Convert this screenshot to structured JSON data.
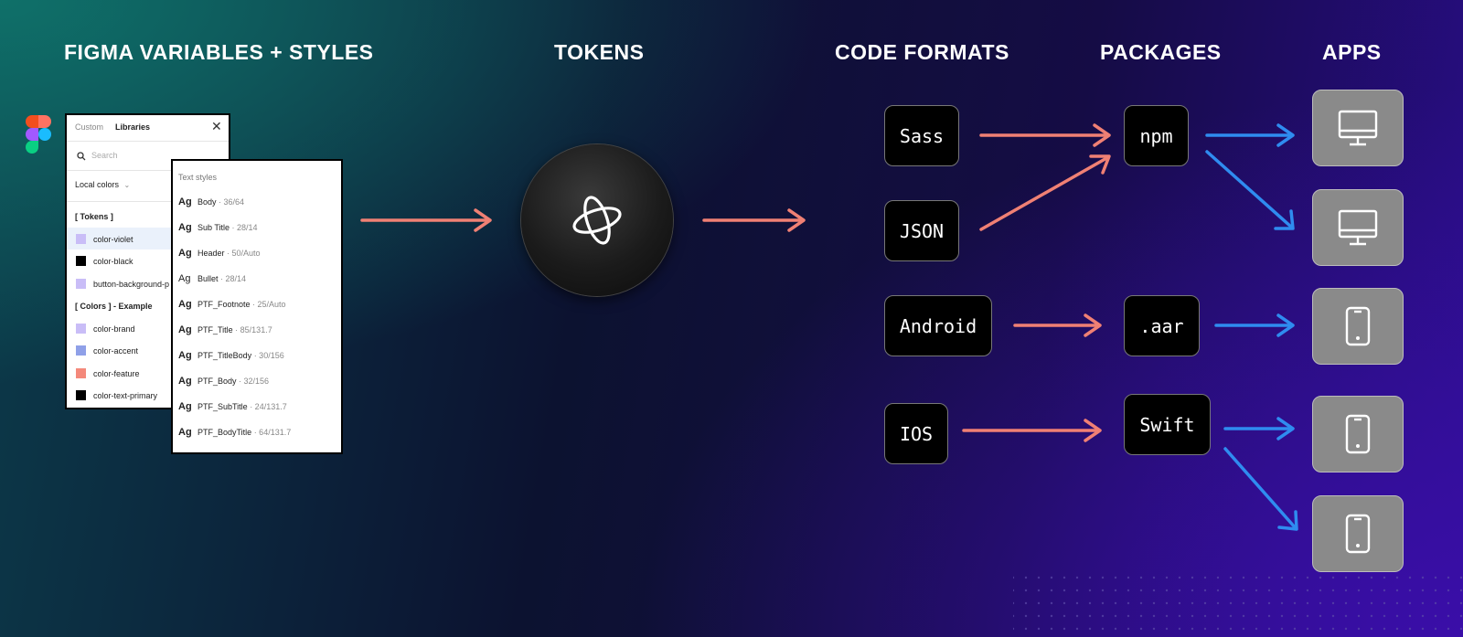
{
  "headings": {
    "figma": "FIGMA VARIABLES + STYLES",
    "tokens": "TOKENS",
    "code_formats": "CODE FORMATS",
    "packages": "PACKAGES",
    "apps": "APPS"
  },
  "colors_panel": {
    "tab_custom": "Custom",
    "tab_libraries": "Libraries",
    "search_placeholder": "Search",
    "dropdown": "Local colors",
    "group_tokens": "[ Tokens ]",
    "group_colors": "[ Colors ] - Example",
    "items": [
      {
        "label": "color-violet",
        "color": "#c9bdf7"
      },
      {
        "label": "color-black",
        "color": "#000000"
      },
      {
        "label": "button-background-p",
        "color": "#c9bdf7"
      },
      {
        "label": "color-brand",
        "color": "#c9bdf7"
      },
      {
        "label": "color-accent",
        "color": "#8fa0e8"
      },
      {
        "label": "color-feature",
        "color": "#f4897b"
      },
      {
        "label": "color-text-primary",
        "color": "#000000"
      }
    ]
  },
  "text_styles_panel": {
    "title": "Text styles",
    "items": [
      {
        "ag": "Ag",
        "name": "Body",
        "spec": " · 36/64"
      },
      {
        "ag": "Ag",
        "name": "Sub Title",
        "spec": " · 28/14"
      },
      {
        "ag": "Ag",
        "name": "Header",
        "spec": " · 50/Auto"
      },
      {
        "ag": "Ag",
        "name": "Bullet",
        "spec": " · 28/14"
      },
      {
        "ag": "Ag",
        "name": "PTF_Footnote",
        "spec": " · 25/Auto"
      },
      {
        "ag": "Ag",
        "name": "PTF_Title",
        "spec": " · 85/131.7"
      },
      {
        "ag": "Ag",
        "name": "PTF_TitleBody",
        "spec": " · 30/156"
      },
      {
        "ag": "Ag",
        "name": "PTF_Body",
        "spec": " · 32/156"
      },
      {
        "ag": "Ag",
        "name": "PTF_SubTitle",
        "spec": " · 24/131.7"
      },
      {
        "ag": "Ag",
        "name": "PTF_BodyTitle",
        "spec": " · 64/131.7"
      }
    ]
  },
  "code_formats": [
    "Sass",
    "JSON",
    "Android",
    "IOS"
  ],
  "packages": [
    "npm",
    ".aar",
    "Swift"
  ],
  "apps": [
    {
      "icon": "desktop-icon"
    },
    {
      "icon": "desktop-icon"
    },
    {
      "icon": "mobile-icon"
    },
    {
      "icon": "mobile-icon"
    },
    {
      "icon": "mobile-icon"
    }
  ],
  "arrow_colors": {
    "salmon": "#f08074",
    "blue": "#2f8cf0"
  },
  "logo_colors": [
    "#f24e1e",
    "#ff7262",
    "#a259ff",
    "#1abcfe",
    "#0acf83"
  ]
}
